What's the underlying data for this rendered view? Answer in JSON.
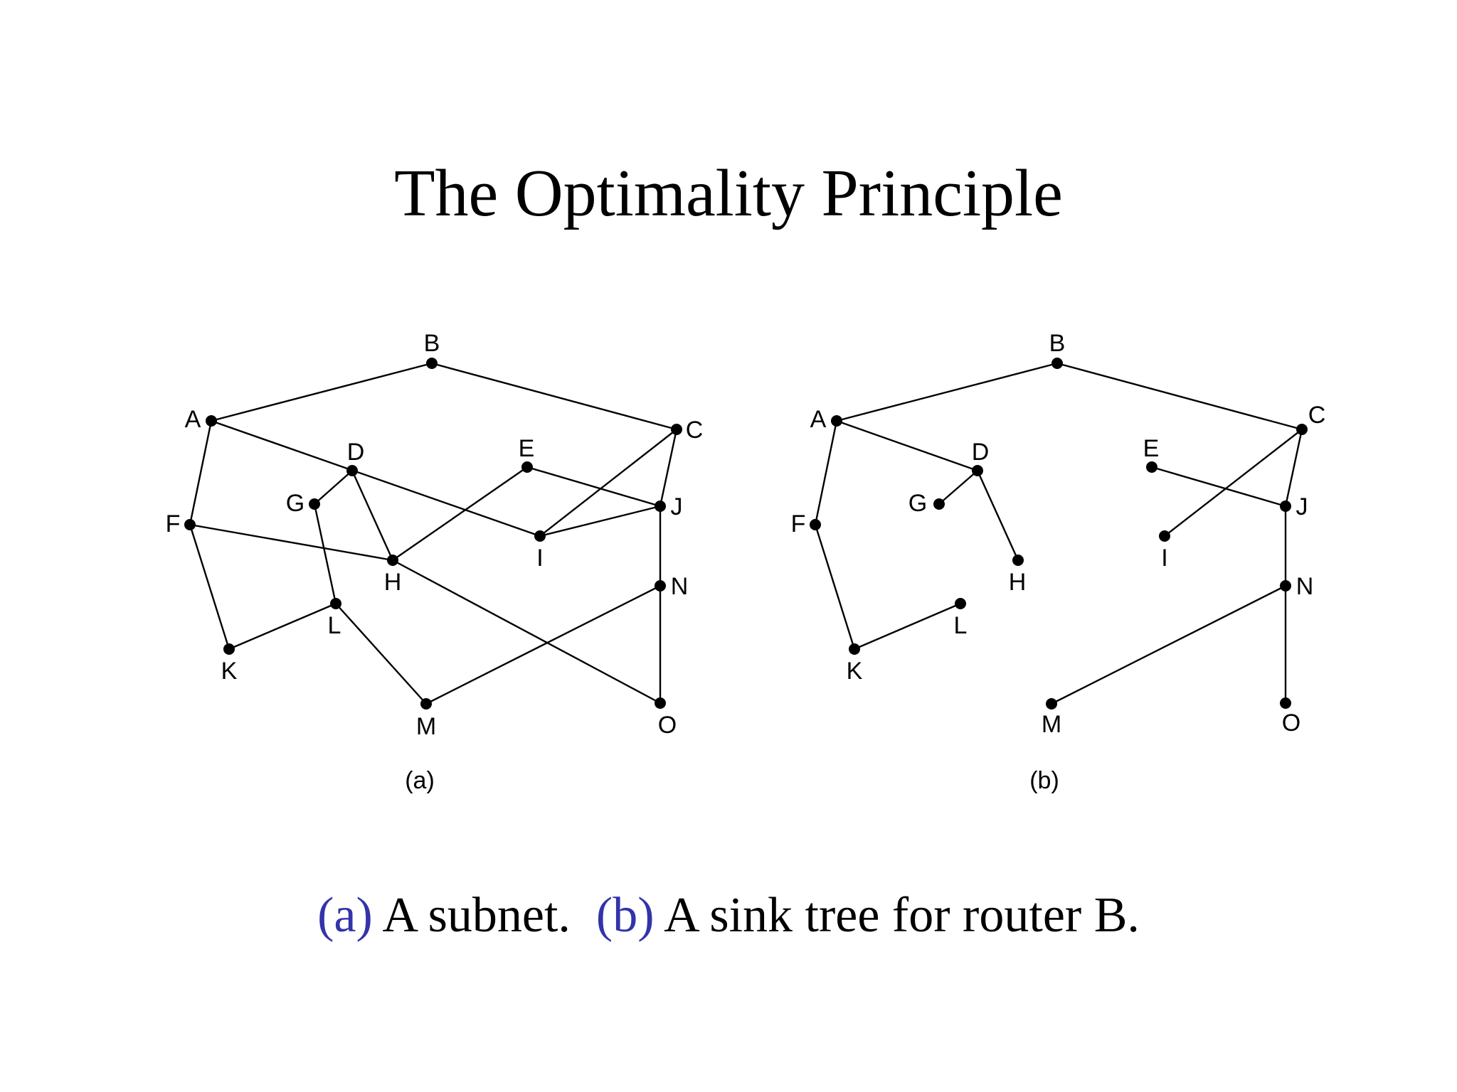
{
  "slide": {
    "title": "The Optimality Principle"
  },
  "diagrams": [
    {
      "id": "a",
      "label": "(a)",
      "nodes": {
        "A": "A",
        "B": "B",
        "C": "C",
        "D": "D",
        "E": "E",
        "F": "F",
        "G": "G",
        "H": "H",
        "I": "I",
        "J": "J",
        "K": "K",
        "L": "L",
        "M": "M",
        "N": "N",
        "O": "O"
      },
      "edges": [
        [
          "A",
          "B"
        ],
        [
          "B",
          "C"
        ],
        [
          "A",
          "F"
        ],
        [
          "A",
          "I"
        ],
        [
          "F",
          "H"
        ],
        [
          "F",
          "K"
        ],
        [
          "D",
          "G"
        ],
        [
          "D",
          "H"
        ],
        [
          "G",
          "L"
        ],
        [
          "H",
          "E"
        ],
        [
          "H",
          "O"
        ],
        [
          "E",
          "J"
        ],
        [
          "I",
          "C"
        ],
        [
          "I",
          "J"
        ],
        [
          "C",
          "J"
        ],
        [
          "J",
          "N"
        ],
        [
          "N",
          "O"
        ],
        [
          "N",
          "M"
        ],
        [
          "K",
          "L"
        ],
        [
          "L",
          "M"
        ]
      ]
    },
    {
      "id": "b",
      "label": "(b)",
      "nodes": {
        "A": "A",
        "B": "B",
        "C": "C",
        "D": "D",
        "E": "E",
        "F": "F",
        "G": "G",
        "H": "H",
        "I": "I",
        "J": "J",
        "K": "K",
        "L": "L",
        "M": "M",
        "N": "N",
        "O": "O"
      },
      "edges": [
        [
          "A",
          "B"
        ],
        [
          "B",
          "C"
        ],
        [
          "A",
          "D"
        ],
        [
          "A",
          "F"
        ],
        [
          "F",
          "K"
        ],
        [
          "K",
          "L"
        ],
        [
          "D",
          "G"
        ],
        [
          "D",
          "H"
        ],
        [
          "C",
          "I"
        ],
        [
          "C",
          "J"
        ],
        [
          "E",
          "J"
        ],
        [
          "J",
          "N"
        ],
        [
          "N",
          "M"
        ],
        [
          "N",
          "O"
        ]
      ]
    }
  ],
  "caption": {
    "part_a_tag": "(a)",
    "part_a_text": "A subnet.",
    "part_b_tag": "(b)",
    "part_b_text": "A sink tree for router B."
  },
  "colors": {
    "caption_tag": "#3333aa",
    "text": "#000000",
    "background": "#ffffff"
  }
}
